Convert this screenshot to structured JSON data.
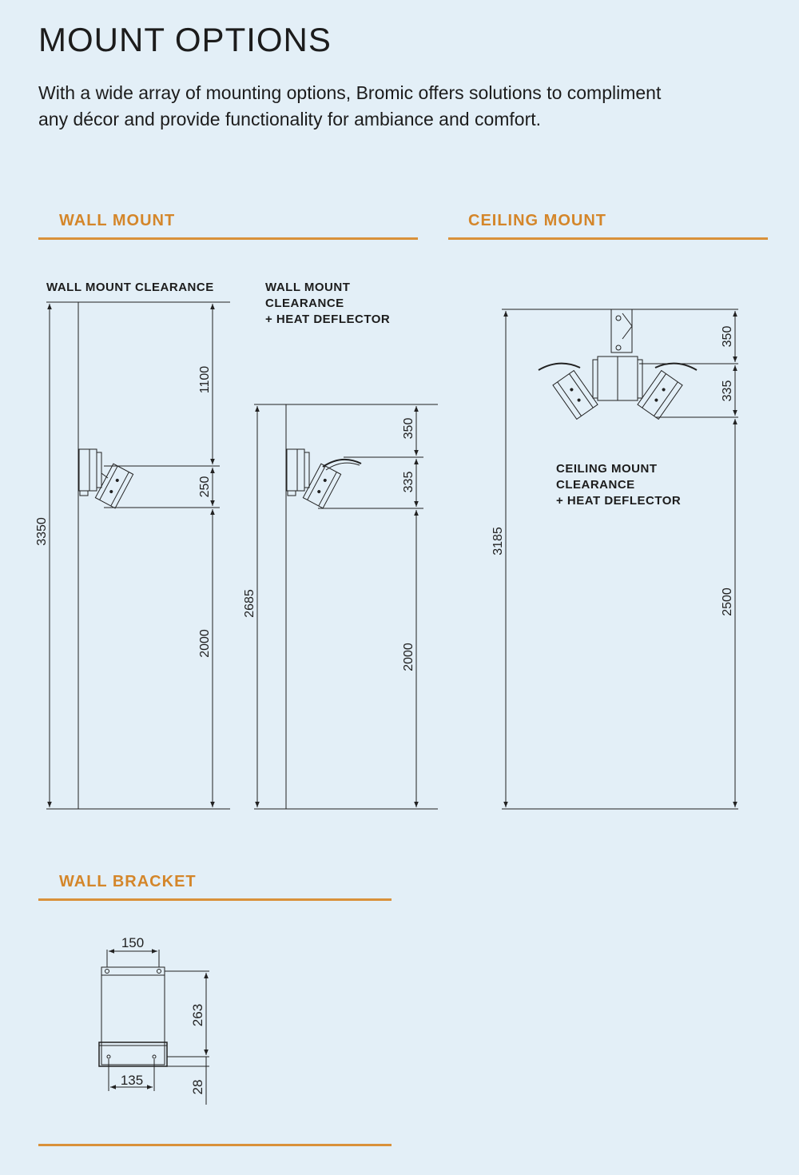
{
  "page": {
    "title": "MOUNT OPTIONS",
    "intro": "With a wide array of mounting options, Bromic offers solutions to compliment any décor and provide functionality for ambiance and comfort."
  },
  "sections": {
    "wall_mount": "WALL MOUNT",
    "ceiling_mount": "CEILING MOUNT",
    "wall_bracket": "WALL BRACKET"
  },
  "diagrams": {
    "wall_clearance": {
      "label": [
        "WALL MOUNT CLEARANCE"
      ],
      "total": "3350",
      "top": "1100",
      "heater": "250",
      "bottom": "2000"
    },
    "wall_deflector": {
      "label": [
        "WALL MOUNT",
        "CLEARANCE",
        "+ HEAT DEFLECTOR"
      ],
      "total": "2685",
      "top": "350",
      "heater": "335",
      "bottom": "2000"
    },
    "ceiling_deflector": {
      "label": [
        "CEILING MOUNT",
        "CLEARANCE",
        "+ HEAT DEFLECTOR"
      ],
      "total": "3185",
      "top": "350",
      "heater": "335",
      "bottom": "2500"
    },
    "bracket": {
      "top_width": "150",
      "bottom_width": "135",
      "height": "263",
      "base": "28"
    }
  },
  "colors": {
    "background": "#e3eff7",
    "accent": "#d4862a",
    "line": "#222222"
  }
}
